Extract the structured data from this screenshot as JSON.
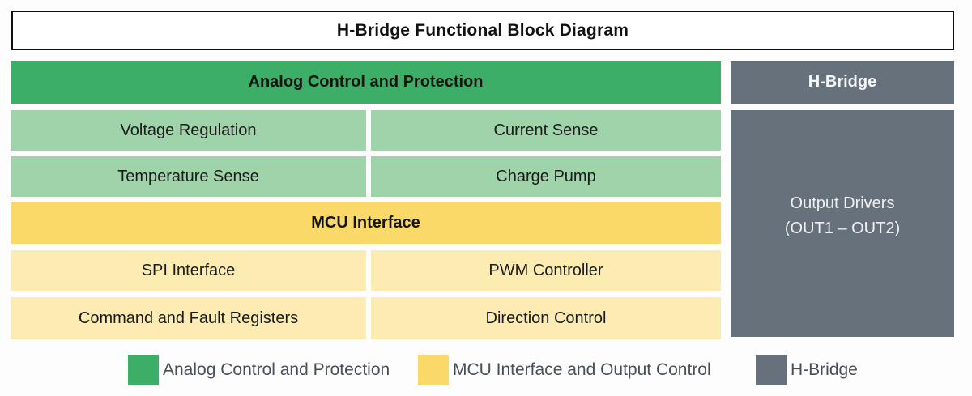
{
  "title": "H-Bridge Functional Block Diagram",
  "colors": {
    "analog_header_green": "#3cae68",
    "analog_cell_light_green": "#9fd3a9",
    "mcu_header_yellow": "#fad968",
    "mcu_cell_light_yellow": "#fdecb2",
    "hbridge_gray": "#66717b",
    "legend_text_gray": "#474f57",
    "title_border_black": "#111111"
  },
  "analog_section": {
    "header": "Analog Control and Protection",
    "cells": {
      "voltage_regulation": "Voltage Regulation",
      "current_sense": "Current Sense",
      "temperature_sense": "Temperature Sense",
      "charge_pump": "Charge Pump"
    }
  },
  "mcu_section": {
    "header": "MCU Interface",
    "cells": {
      "spi_interface": "SPI Interface",
      "pwm_controller": "PWM Controller",
      "command_fault_registers": "Command and Fault Registers",
      "direction_control": "Direction Control"
    }
  },
  "hbridge_section": {
    "header": "H-Bridge",
    "body_line1": "Output Drivers",
    "body_line2": "(OUT1 – OUT2)"
  },
  "legend": {
    "item1": {
      "label": "Analog Control and Protection",
      "color": "#3cae68"
    },
    "item2": {
      "label": "MCU Interface and Output Control",
      "color": "#fad968"
    },
    "item3": {
      "label": "H-Bridge",
      "color": "#66717b"
    }
  }
}
